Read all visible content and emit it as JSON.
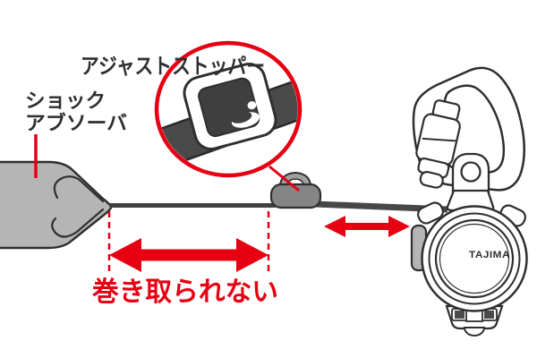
{
  "labels": {
    "adjust_stopper": "アジャストストッパー",
    "shock_absorber_line1": "ショック",
    "shock_absorber_line2": "アブソーバ",
    "not_rewound": "巻き取られない"
  },
  "device": {
    "brand_logo": "TAJIMA"
  },
  "colors": {
    "accent_red": "#e60012",
    "strap_gray": "#454545",
    "pouch_gray": "#b5b5b5",
    "outline": "#2f2f2f"
  }
}
